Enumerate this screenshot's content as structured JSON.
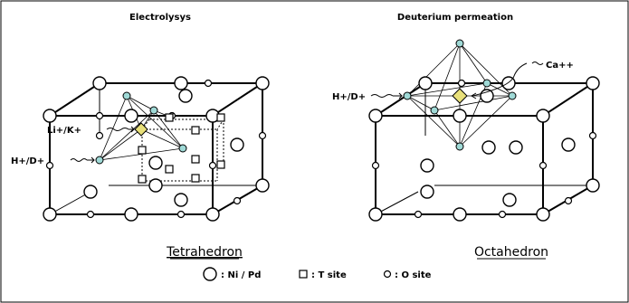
{
  "left_panel": {
    "title": "Electrolysys",
    "label_ion": "Li+/K+",
    "label_h": "H+/D+",
    "caption": "Tetrahedron"
  },
  "right_panel": {
    "title": "Deuterium permeation",
    "label_h": "H+/D+",
    "label_ca": "Ca++",
    "caption": "Octahedron"
  },
  "legend": {
    "ni_pd": ": Ni / Pd",
    "t_site": ": T site",
    "o_site": ": O site"
  },
  "colors": {
    "cyan_atom": "#9fd9d6",
    "yellow_ion": "#e8e07a",
    "line": "#000000"
  }
}
